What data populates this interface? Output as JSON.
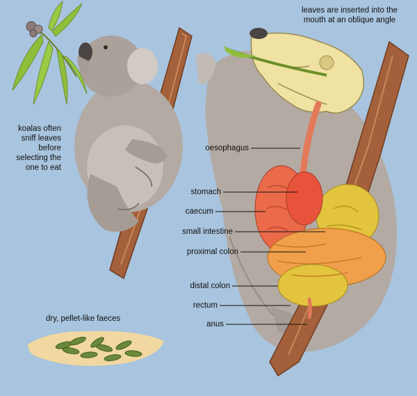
{
  "colors": {
    "background": "#a9c4de",
    "koala_fur": "#b3aaa4",
    "branch": "#a4603a",
    "leaves": "#8fbf3a",
    "skull": "#efe2a2",
    "oesophagus": "#e27a5a",
    "stomach": "#e8533c",
    "small_intestine": "#e2c43e",
    "colon": "#f0a04a",
    "faeces": "#6a8a3a"
  },
  "annotations": {
    "sniff_note": [
      "koalas often",
      "sniff leaves",
      "before",
      "selecting the",
      "one to eat"
    ],
    "leaves_note": [
      "leaves are inserted into the",
      "mouth at an oblique angle"
    ],
    "faeces_note": "dry, pellet-like faeces"
  },
  "labels": [
    {
      "id": "oesophagus",
      "text": "oesophagus"
    },
    {
      "id": "stomach",
      "text": "stomach"
    },
    {
      "id": "caecum",
      "text": "caecum"
    },
    {
      "id": "small-intestine",
      "text": "small intestine"
    },
    {
      "id": "proximal-colon",
      "text": "proximal colon"
    },
    {
      "id": "distal-colon",
      "text": "distal colon"
    },
    {
      "id": "rectum",
      "text": "rectum"
    },
    {
      "id": "anus",
      "text": "anus"
    }
  ]
}
